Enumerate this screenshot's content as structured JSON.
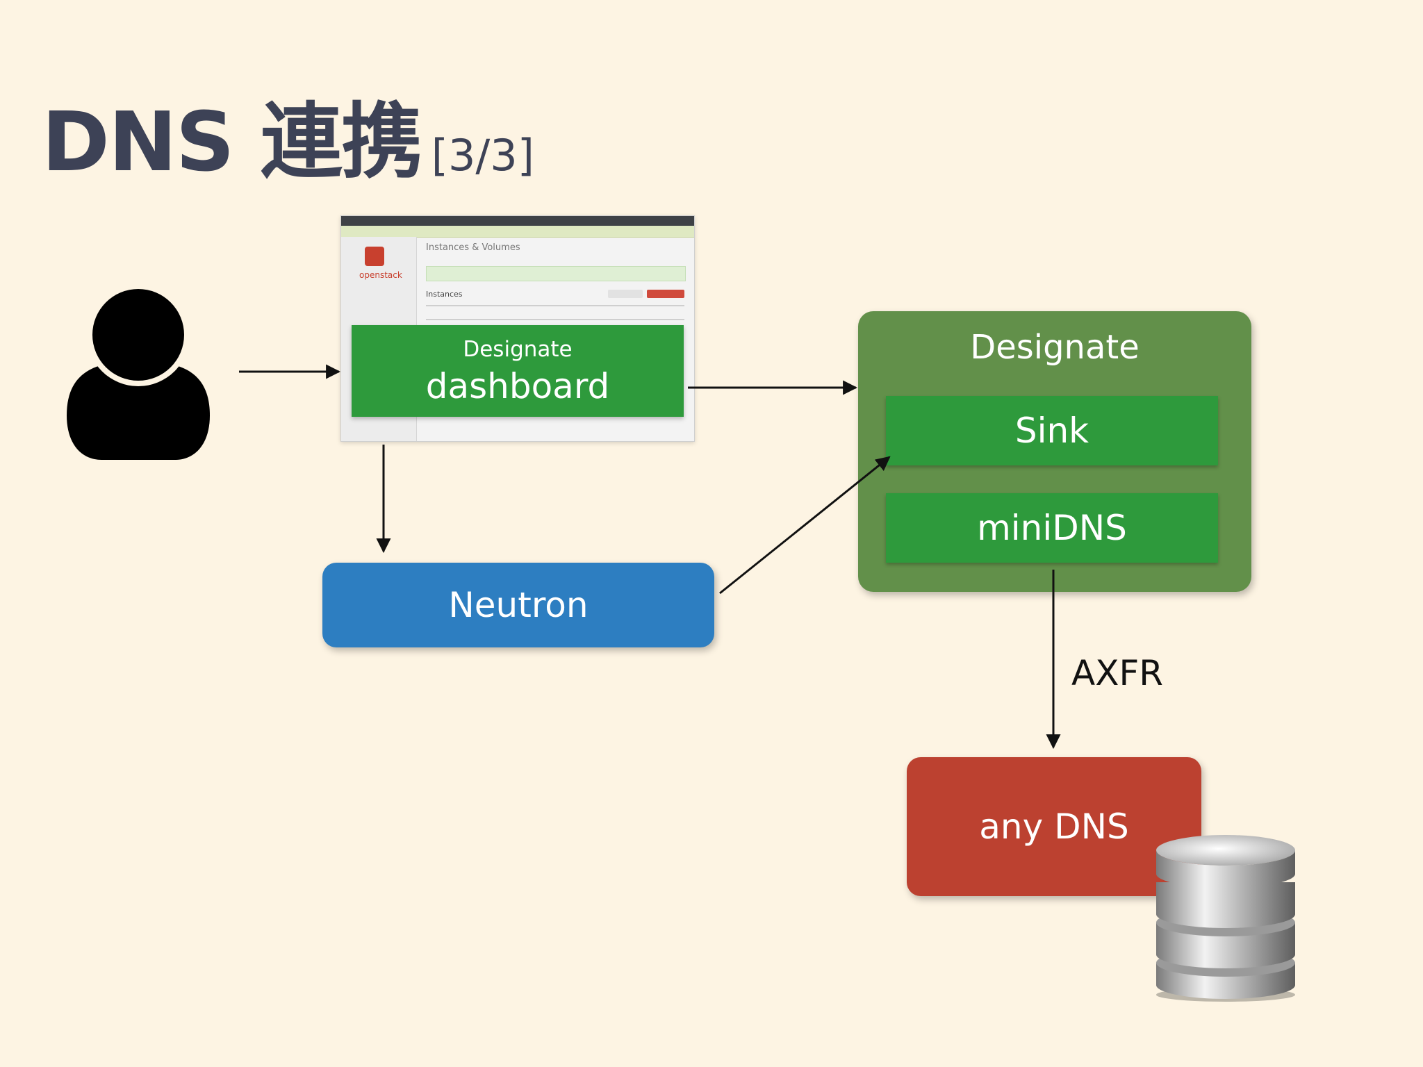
{
  "title": {
    "main": "DNS 連携",
    "sub": "[3/3]"
  },
  "screenshot": {
    "logo_text": "openstack",
    "heading": "Instances & Volumes",
    "table_label": "Instances"
  },
  "dashboard": {
    "line1": "Designate",
    "line2": "dashboard"
  },
  "designate": {
    "title": "Designate",
    "sink": "Sink",
    "minidns": "miniDNS"
  },
  "neutron": {
    "label": "Neutron"
  },
  "anydns": {
    "label": "any DNS"
  },
  "edge_label": "AXFR",
  "colors": {
    "background": "#fdf4e3",
    "title": "#3d4256",
    "component_green": "#2e9a3c",
    "designate_container": "#62904a",
    "neutron_blue": "#2d7ec1",
    "dns_red": "#bc4130"
  },
  "icons": {
    "user": "user-silhouette-icon",
    "database": "database-icon"
  }
}
